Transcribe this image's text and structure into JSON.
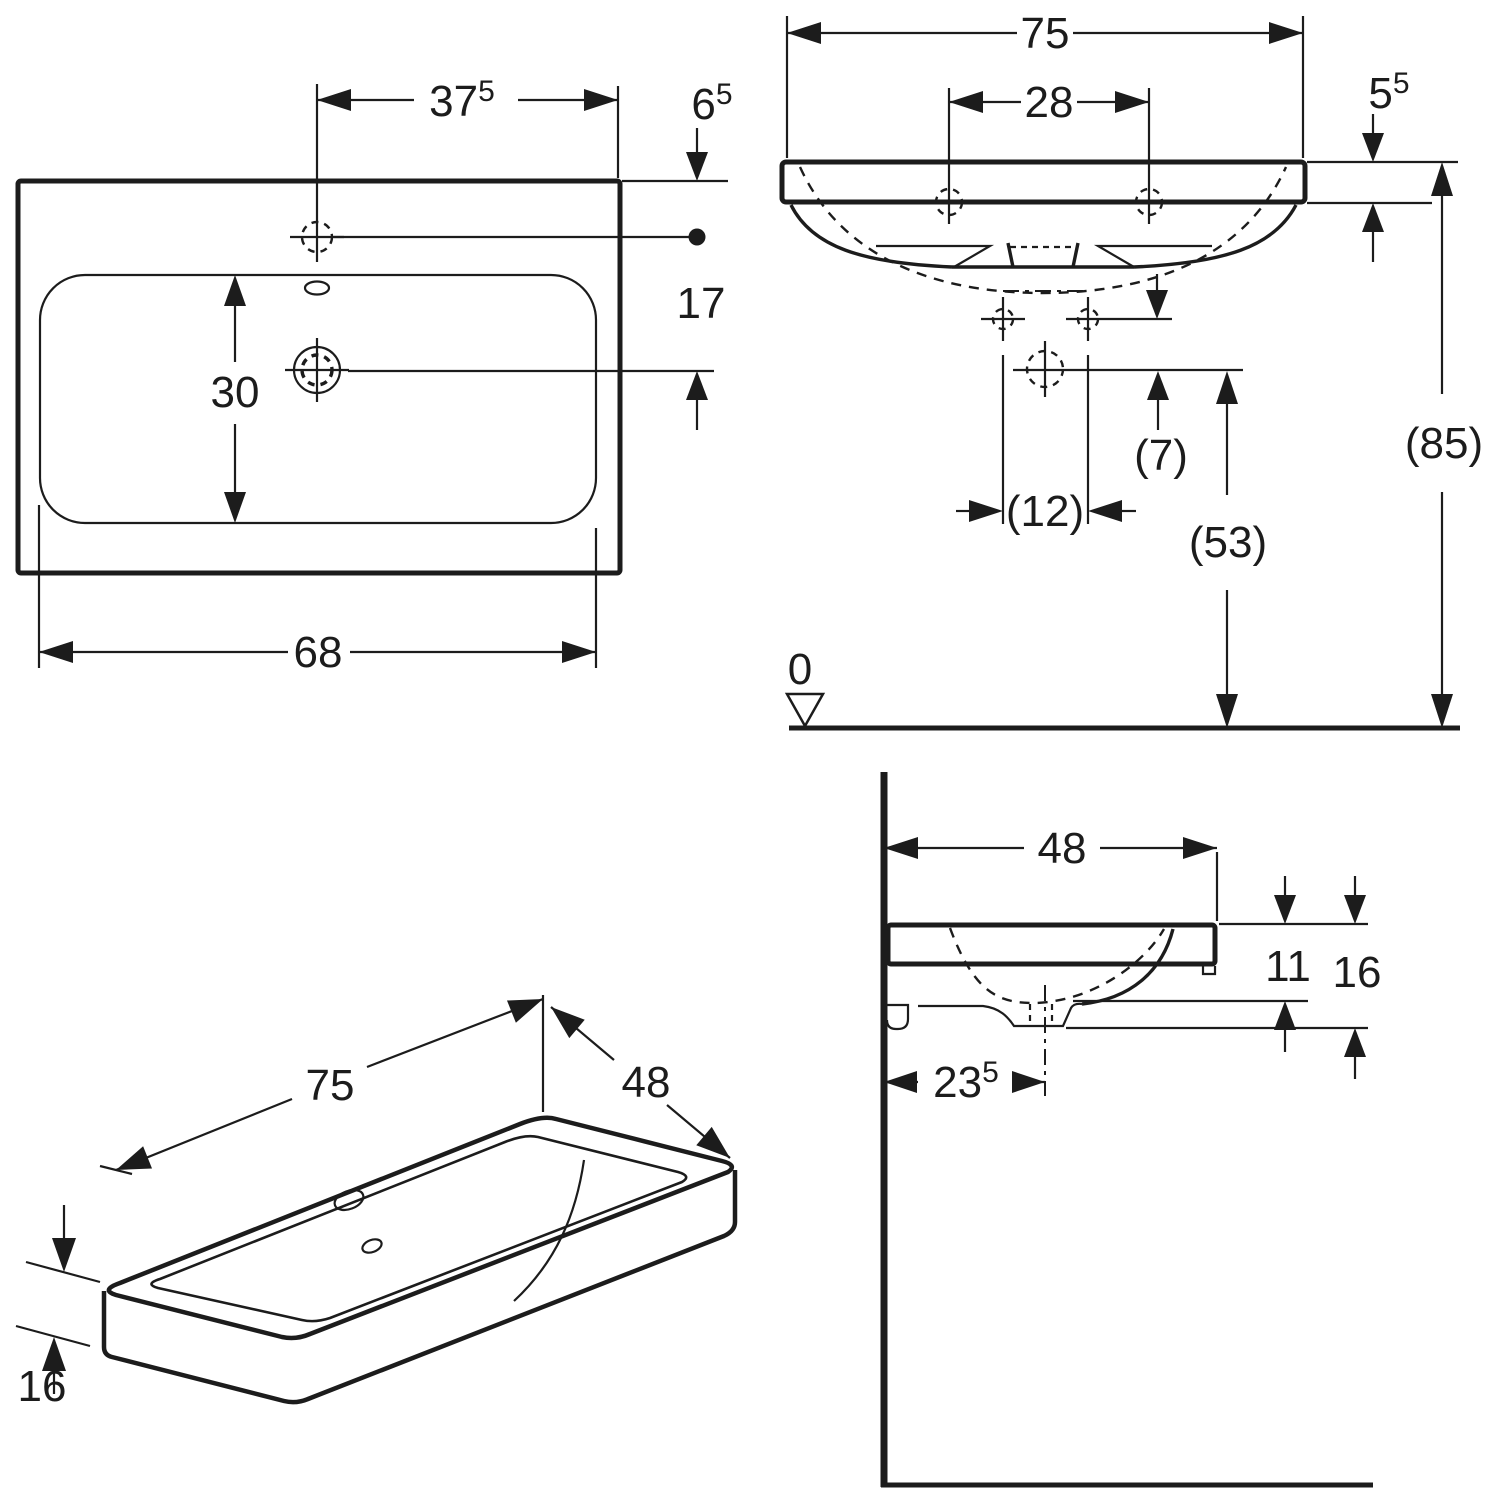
{
  "drawing": {
    "kind": "washbasin-dimension-drawing",
    "colors": {
      "ink": "#1c1c1c",
      "background": "#ffffff"
    },
    "views": {
      "plan": {
        "tap_offset": {
          "value": "37",
          "sup": "5"
        },
        "rim_to_tap": {
          "value": "6",
          "sup": "5"
        },
        "tap_to_drain": "17",
        "basin_depth": "30",
        "basin_width": "68"
      },
      "front": {
        "total_width": "75",
        "tap_spacing": "28",
        "rim_thickness": {
          "value": "5",
          "sup": "5"
        },
        "height_overall": "(85)",
        "drain_to_supply": "(7)",
        "supply_spacing": "(12)",
        "drain_height": "(53)",
        "datum_zero": "0"
      },
      "iso": {
        "length": "75",
        "depth": "48",
        "height": "16"
      },
      "side": {
        "depth": "48",
        "underside_height": "11",
        "overall_height": "16",
        "drain_wall_offset": {
          "value": "23",
          "sup": "5"
        }
      }
    }
  }
}
